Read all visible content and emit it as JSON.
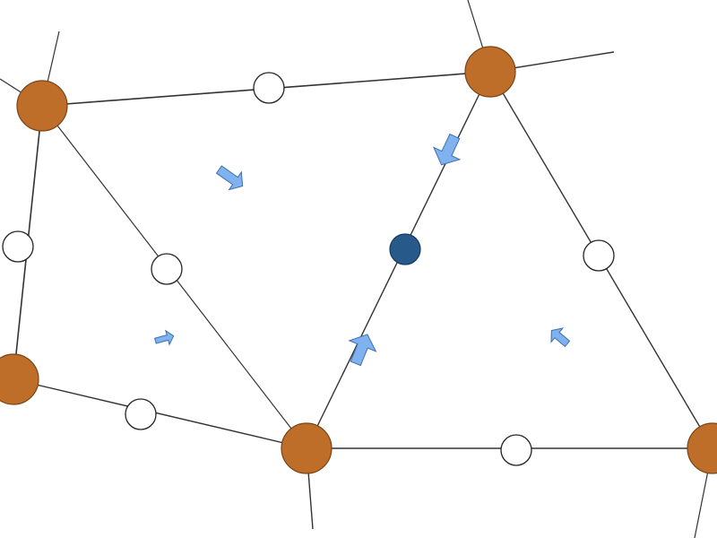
{
  "colors": {
    "background": "#ffffff",
    "edge": "#333333",
    "vertex_node": "#bf6e2a",
    "vertex_stroke": "#7a4418",
    "midpoint_node": "#ffffff",
    "midpoint_stroke": "#222222",
    "center_node": "#27598a",
    "center_stroke": "#163a5c",
    "arrow_fill": "#7fb2ef",
    "arrow_stroke": "#3e6fae"
  },
  "icons": {
    "vertex_node": "filled-orange-circle",
    "midpoint_node": "hollow-circle",
    "center_node": "filled-dark-blue-circle",
    "arrow": "blue-bent-arrow"
  }
}
